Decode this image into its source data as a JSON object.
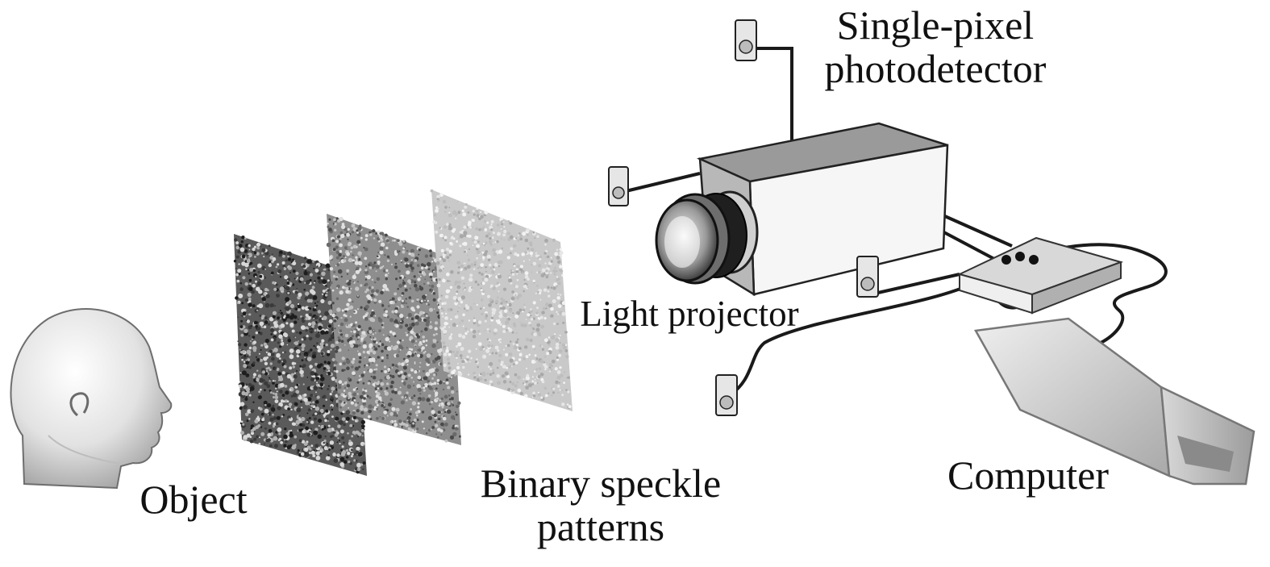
{
  "labels": {
    "photodetector_line1": "Single-pixel",
    "photodetector_line2": "photodetector",
    "projector": "Light projector",
    "object": "Object",
    "patterns_line1": "Binary speckle",
    "patterns_line2": "patterns",
    "computer": "Computer"
  },
  "colors": {
    "ink": "#111111",
    "device_grey": "#8c8c8c",
    "device_light": "#dcdcdc",
    "cable": "#1a1a1a"
  },
  "components": {
    "photodetector_count": 4,
    "speckle_pattern_count": 3
  }
}
